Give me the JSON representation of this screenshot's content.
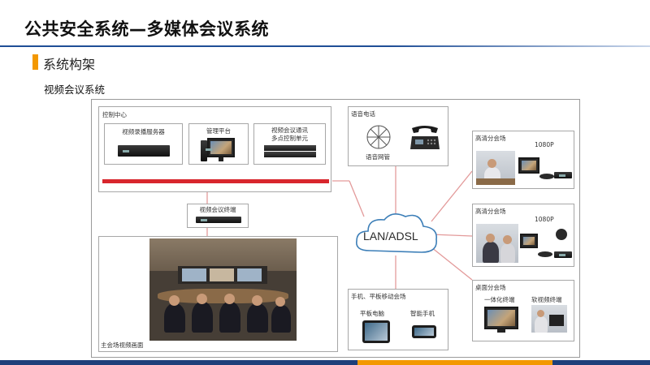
{
  "header": {
    "title": "公共安全系统—多媒体会议系统",
    "section": "系统构架",
    "subheading": "视频会议系统"
  },
  "colors": {
    "title_rule": "#1f4e96",
    "accent": "#f39800",
    "bus": "#d8262d",
    "link_line": "#e39a9a"
  },
  "diagram": {
    "control_center": {
      "label": "控制中心",
      "devices": [
        {
          "label": "视频录播服务器"
        },
        {
          "label": "管理平台"
        },
        {
          "label": "视频会议通讯\n多点控制单元"
        }
      ]
    },
    "terminal": {
      "label": "视频会议终端"
    },
    "main_venue": {
      "label": "主会场视频画面"
    },
    "voice_phone": {
      "label": "语音电话",
      "gateway_label": "语音网管"
    },
    "network": {
      "label": "LAN/ADSL"
    },
    "hd_site_1": {
      "label": "高清分会场",
      "resolution": "1080P"
    },
    "hd_site_2": {
      "label": "高清分会场",
      "resolution": "1080P"
    },
    "desktop_site": {
      "label": "桌面分会场",
      "items": [
        "一体化终端",
        "软视频终端"
      ]
    },
    "mobile_site": {
      "label": "手机、平板移动会场",
      "items": [
        "平板电脑",
        "智能手机"
      ]
    }
  }
}
